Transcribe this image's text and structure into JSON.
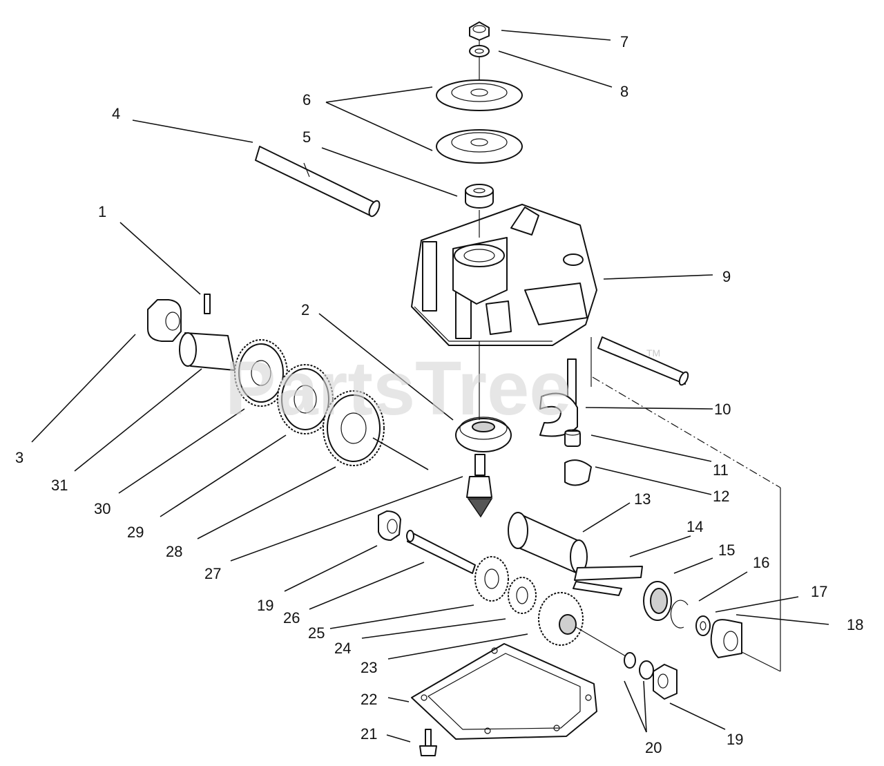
{
  "watermark": "PartsTree",
  "watermark_mark": "TM",
  "labels": {
    "l1": "1",
    "l2": "2",
    "l3": "3",
    "l4": "4",
    "l5": "5",
    "l6": "6",
    "l7": "7",
    "l8": "8",
    "l9": "9",
    "l10": "10",
    "l11": "11",
    "l12": "12",
    "l13": "13",
    "l14": "14",
    "l15": "15",
    "l16": "16",
    "l17": "17",
    "l18": "18",
    "l19a": "19",
    "l19b": "19",
    "l20": "20",
    "l21": "21",
    "l22": "22",
    "l23": "23",
    "l24": "24",
    "l25": "25",
    "l26": "26",
    "l27": "27",
    "l28": "28",
    "l29": "29",
    "l30": "30",
    "l31": "31"
  }
}
